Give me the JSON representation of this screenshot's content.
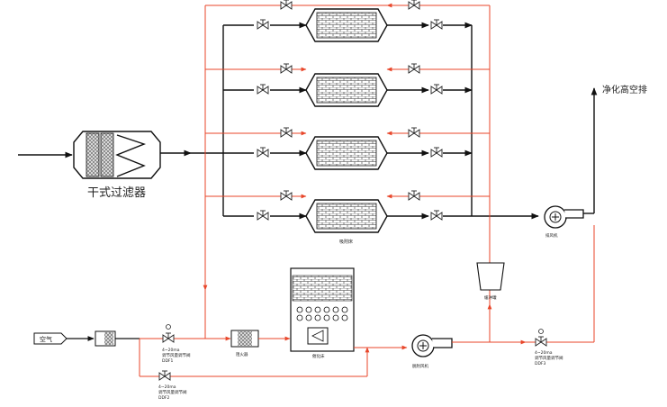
{
  "labels": {
    "dry_filter": "干式过滤器",
    "clean_air_out": "净化高空排",
    "adsorption_bed": "吸附床",
    "exhaust_fan": "排风机",
    "air": "空气",
    "valve1_signal": "4~20ma",
    "valve1_name": "调节风量调节阀",
    "valve1_tag": "DDF1",
    "flame_arrester": "阻火器",
    "catalytic_bed": "催化床",
    "desorption_fan": "脱附风机",
    "buffer_tank": "缓冲罐",
    "valve2_signal": "4~20ma",
    "valve2_name": "调节风量调节阀",
    "valve2_tag": "DDF2",
    "valve3_signal": "4~20ma",
    "valve3_name": "调节风量调节阀",
    "valve3_tag": "DDF3"
  },
  "colors": {
    "process_line": "#111111",
    "desorption_line": "#e8462a"
  }
}
